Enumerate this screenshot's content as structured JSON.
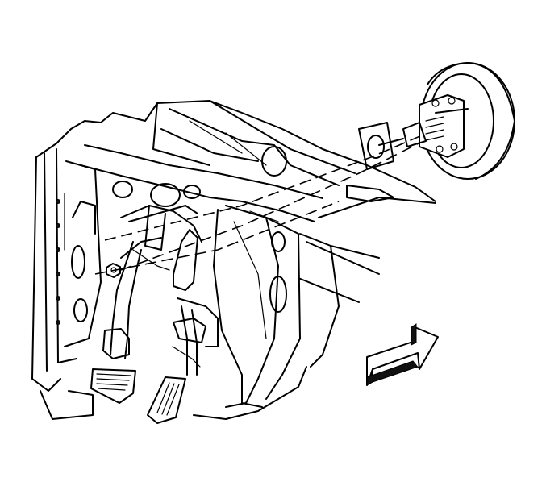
{
  "figure": {
    "type": "technical-illustration",
    "subject": "brake-booster-removal",
    "text_labels": []
  },
  "parts": [
    {
      "name": "vacuum-brake-booster"
    },
    {
      "name": "brake-pedal-bracket"
    },
    {
      "name": "brake-pedal"
    },
    {
      "name": "accelerator-pedal"
    },
    {
      "name": "dash-panel"
    },
    {
      "name": "booster-mounting-nut"
    },
    {
      "name": "direction-arrow"
    }
  ],
  "colors": {
    "line": "#000000",
    "background": "#ffffff"
  }
}
